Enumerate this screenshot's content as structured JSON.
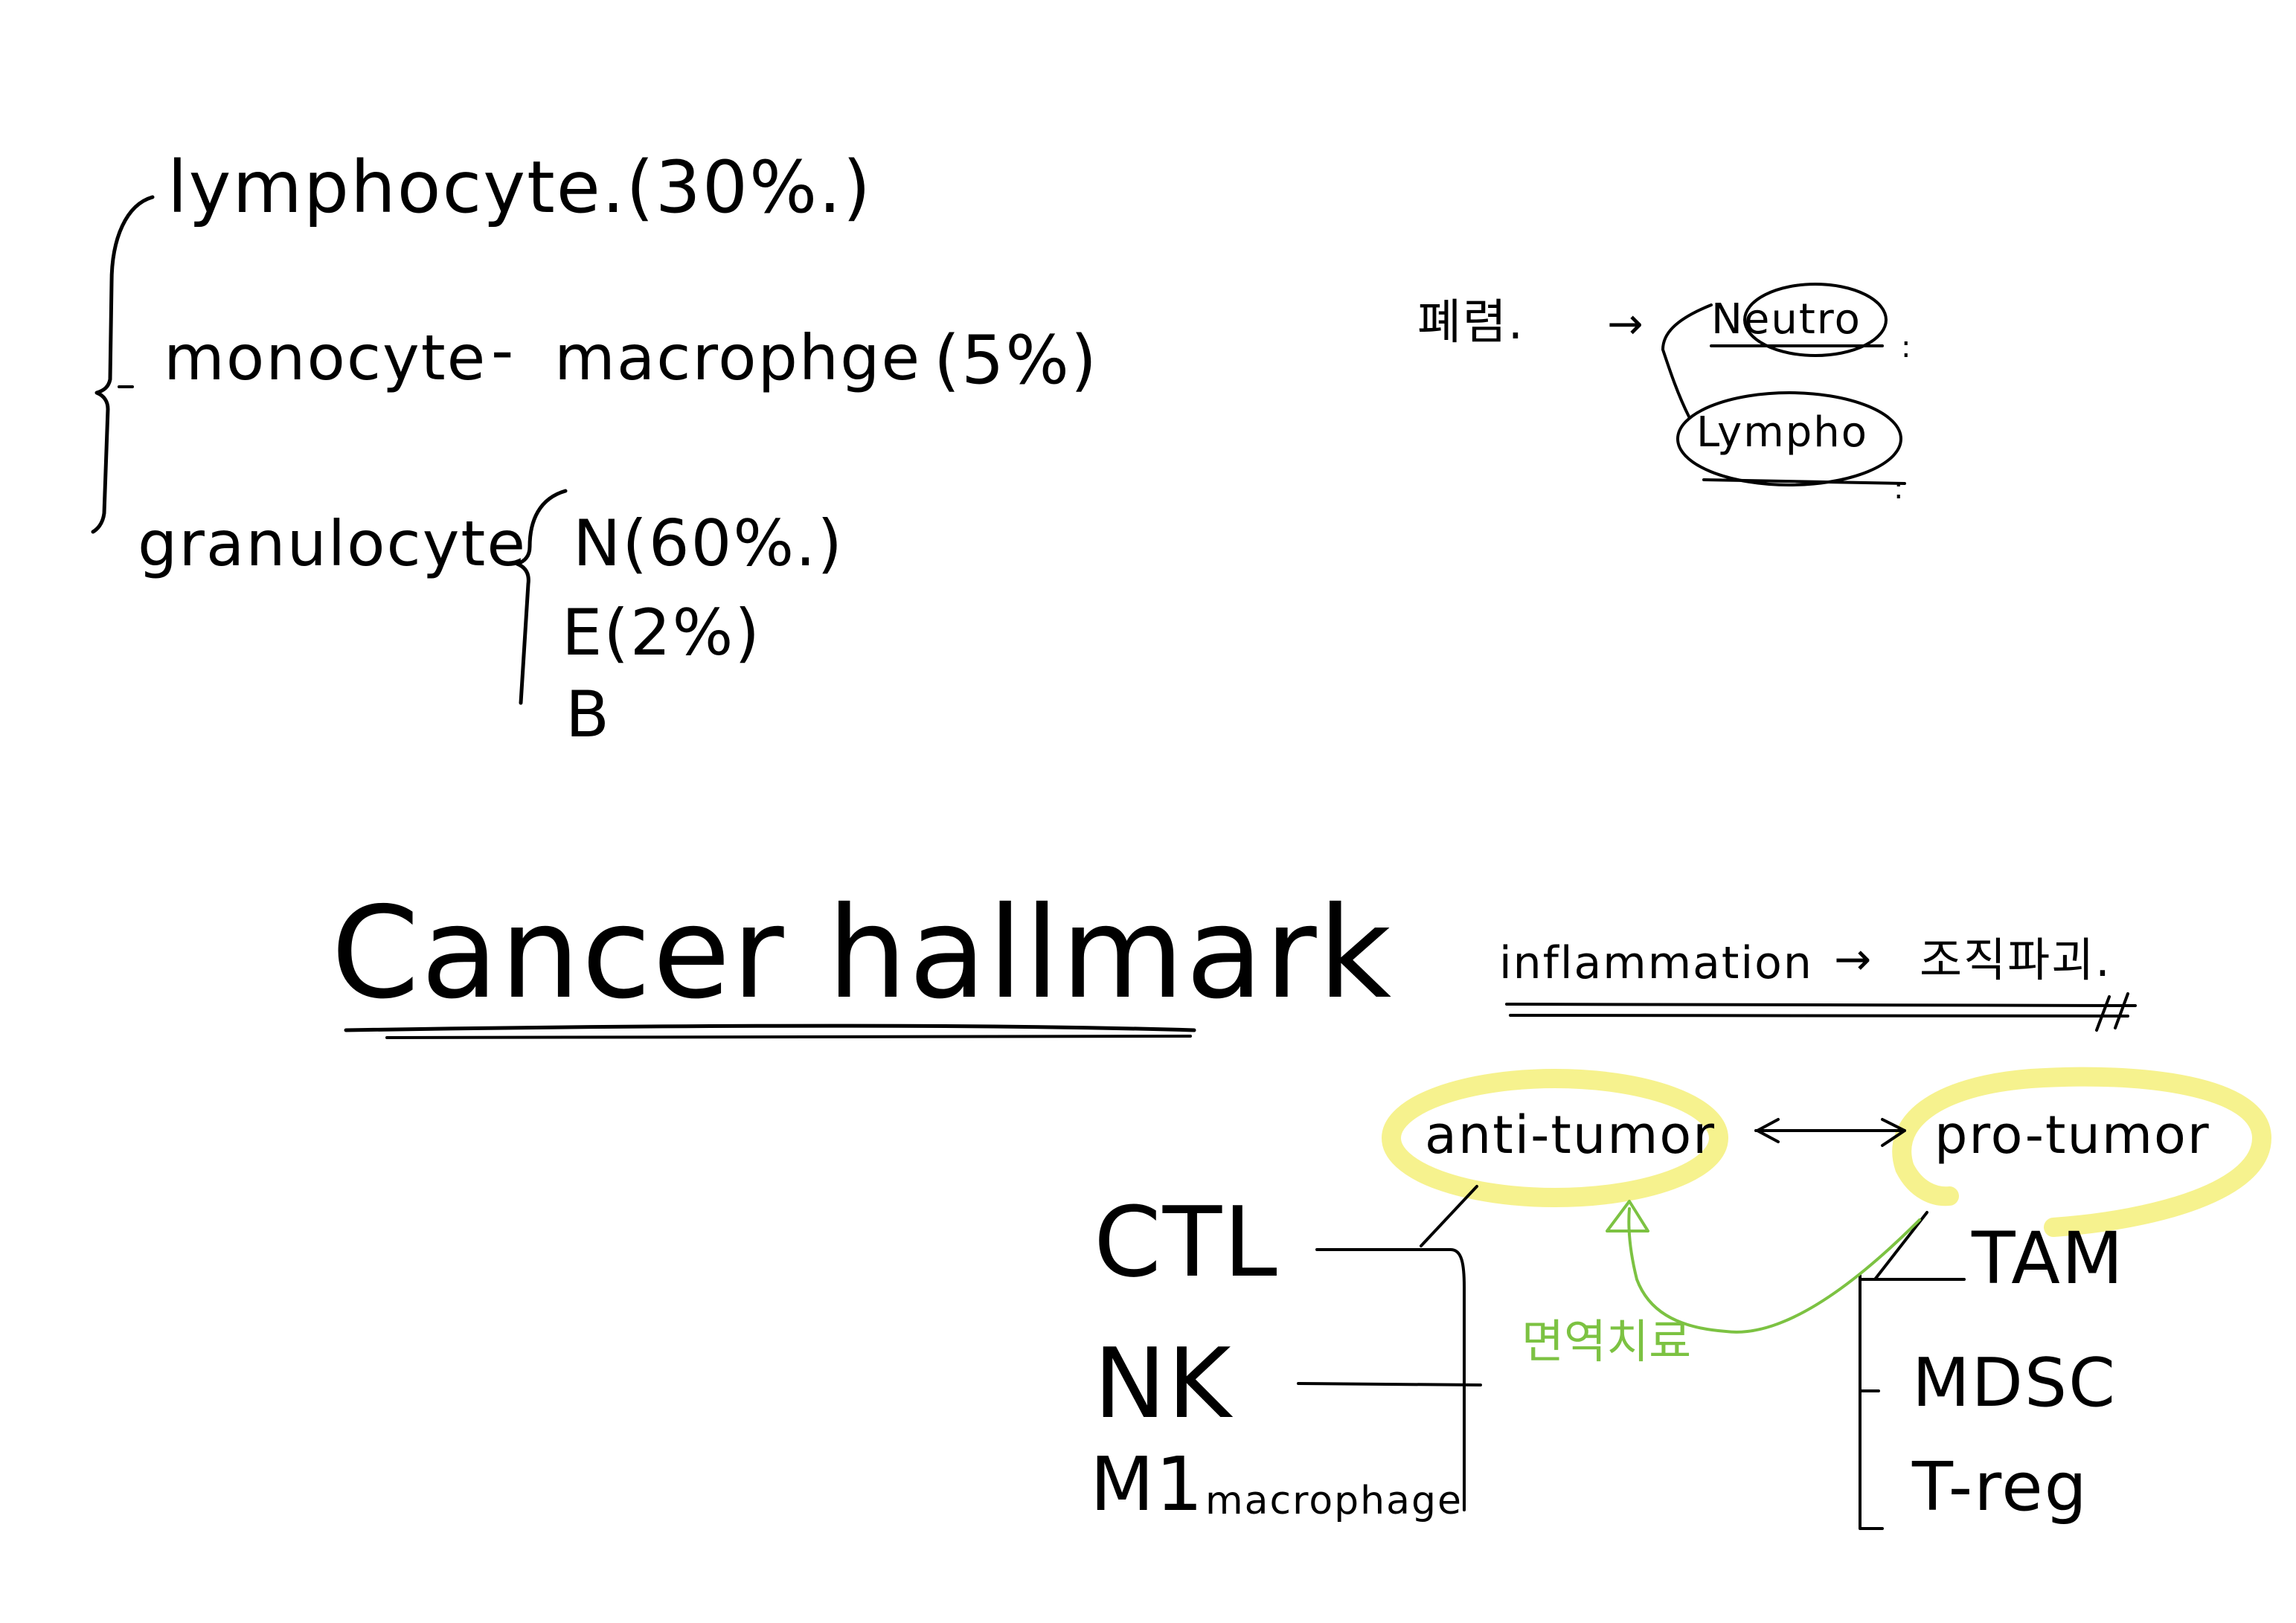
{
  "colors": {
    "ink": "#000000",
    "highlight": "#f4f07a",
    "green": "#7cc242",
    "background": "#ffffff"
  },
  "leukocytes": {
    "lymphocyte": "lymphocyte.(30%.)",
    "monocyte": "monocyte",
    "dash": "-",
    "macrophage": "macrophge",
    "monocyte_pct": "(5%)",
    "granulocyte": "granulocyte",
    "neutro_pct": "N(60%.)",
    "eosino_pct": "E(2%)",
    "baso": "B"
  },
  "pneumonia": {
    "label": "폐렴.",
    "arrow": "→",
    "neutro": "Neutro",
    "lympho": "Lympho"
  },
  "title": "Cancer hallmark",
  "inflammation": {
    "label": "inflammation",
    "arrow": "→",
    "result": "조직파괴."
  },
  "tumor": {
    "anti": "anti-tumor",
    "pro": "pro-tumor",
    "anti_cells": [
      "CTL",
      "NK",
      "M1",
      "macrophage"
    ],
    "pro_cells": [
      "TAM",
      "MDSC",
      "T-reg"
    ],
    "therapy": "면역치료"
  }
}
